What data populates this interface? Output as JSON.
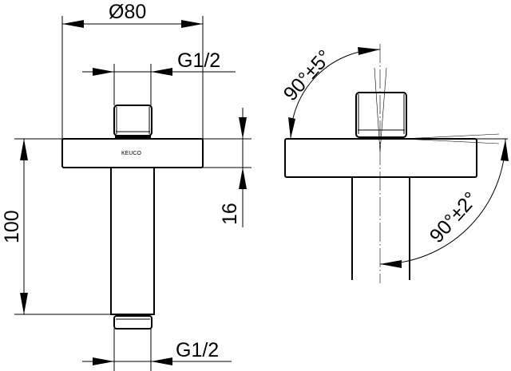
{
  "drawing": {
    "brand_logo": "KEUCO",
    "front_view": {
      "diameter_label": "Ø80",
      "top_thread_label": "G1/2",
      "bottom_thread_label": "G1/2",
      "length_label": "100",
      "flange_height_label": "16"
    },
    "side_view": {
      "angle_top_label": "90°±5°",
      "angle_bottom_label": "90°±2°"
    }
  }
}
